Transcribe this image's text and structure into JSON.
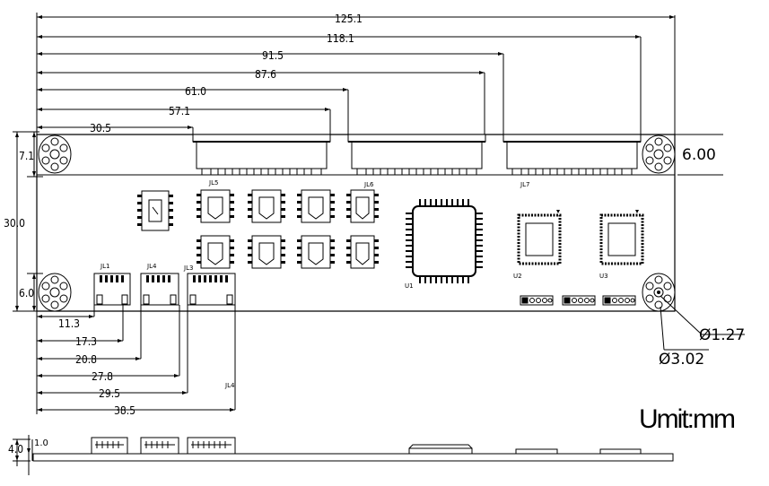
{
  "dimensions": {
    "top": [
      "125.1",
      "118.1",
      "91.5",
      "87.6",
      "61.0",
      "57.1",
      "30.5"
    ],
    "bottom": [
      "11.3",
      "17.3",
      "20.8",
      "27.8",
      "29.5",
      "38.5"
    ],
    "left": [
      "7.1",
      "30.0",
      "6.0"
    ],
    "right_height": "6.00",
    "hole_inner": "Ø1.27",
    "hole_outer": "Ø3.02",
    "side_thickness": "4.0",
    "side_board": "1.0"
  },
  "connectors": {
    "top": [
      "JL5",
      "JL6",
      "JL7"
    ],
    "bottom": [
      "JL1",
      "JL4",
      "JL3"
    ],
    "loose_label": "JL4"
  },
  "chips": [
    "U1",
    "U2",
    "U3"
  ],
  "unit_label": "Umit:mm"
}
